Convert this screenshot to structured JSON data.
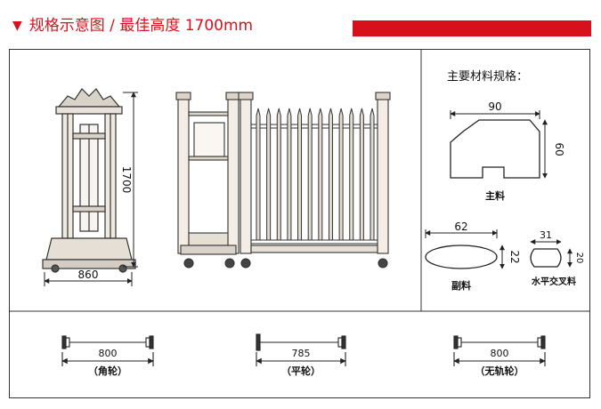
{
  "header": {
    "icon": "triangle-down-icon",
    "title": "规格示意图 / 最佳高度 1700mm",
    "accent_color": "#d7111b"
  },
  "front_view": {
    "width_label": "860",
    "height_label": "1700"
  },
  "materials": {
    "heading": "主要材料规格：",
    "main_bar": {
      "width": "90",
      "height": "60",
      "caption": "主料"
    },
    "secondary_bar": {
      "width": "62",
      "height": "22",
      "caption": "副料"
    },
    "cross_bar": {
      "width": "31",
      "height": "20",
      "caption": "水平交叉料"
    }
  },
  "wheels": [
    {
      "span": "800",
      "caption": "（角轮）"
    },
    {
      "span": "785",
      "caption": "（平轮）"
    },
    {
      "span": "800",
      "caption": "（无轨轮）"
    }
  ]
}
